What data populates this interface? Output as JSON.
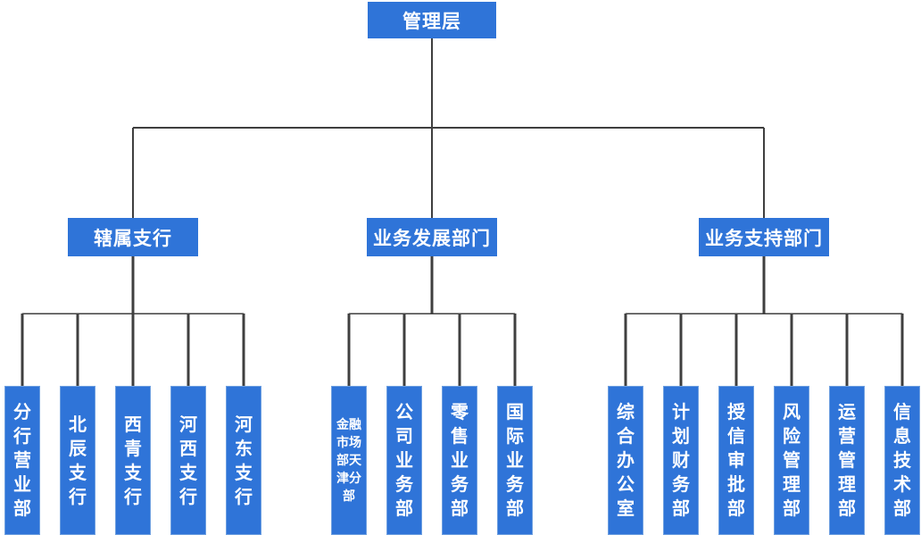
{
  "chart": {
    "root": {
      "label": "管理层"
    },
    "groups": [
      {
        "label": "辖属支行",
        "children": [
          {
            "label": "分行营业部"
          },
          {
            "label": "北辰支行"
          },
          {
            "label": "西青支行"
          },
          {
            "label": "河西支行"
          },
          {
            "label": "河东支行"
          }
        ]
      },
      {
        "label": "业务发展部门",
        "children": [
          {
            "label": "金融市场部天津分部"
          },
          {
            "label": "公司业务部"
          },
          {
            "label": "零售业务部"
          },
          {
            "label": "国际业务部"
          }
        ]
      },
      {
        "label": "业务支持部门",
        "children": [
          {
            "label": "综合办公室"
          },
          {
            "label": "计划财务部"
          },
          {
            "label": "授信审批部"
          },
          {
            "label": "风险管理部"
          },
          {
            "label": "运营管理部"
          },
          {
            "label": "信息技术部"
          }
        ]
      }
    ],
    "colors": {
      "node_fill": "#2F74D8",
      "node_border_light": "#6FA0E0",
      "node_text": "#FFFFFF",
      "connector": "#3F3F3F",
      "background": "#FFFFFF"
    }
  }
}
